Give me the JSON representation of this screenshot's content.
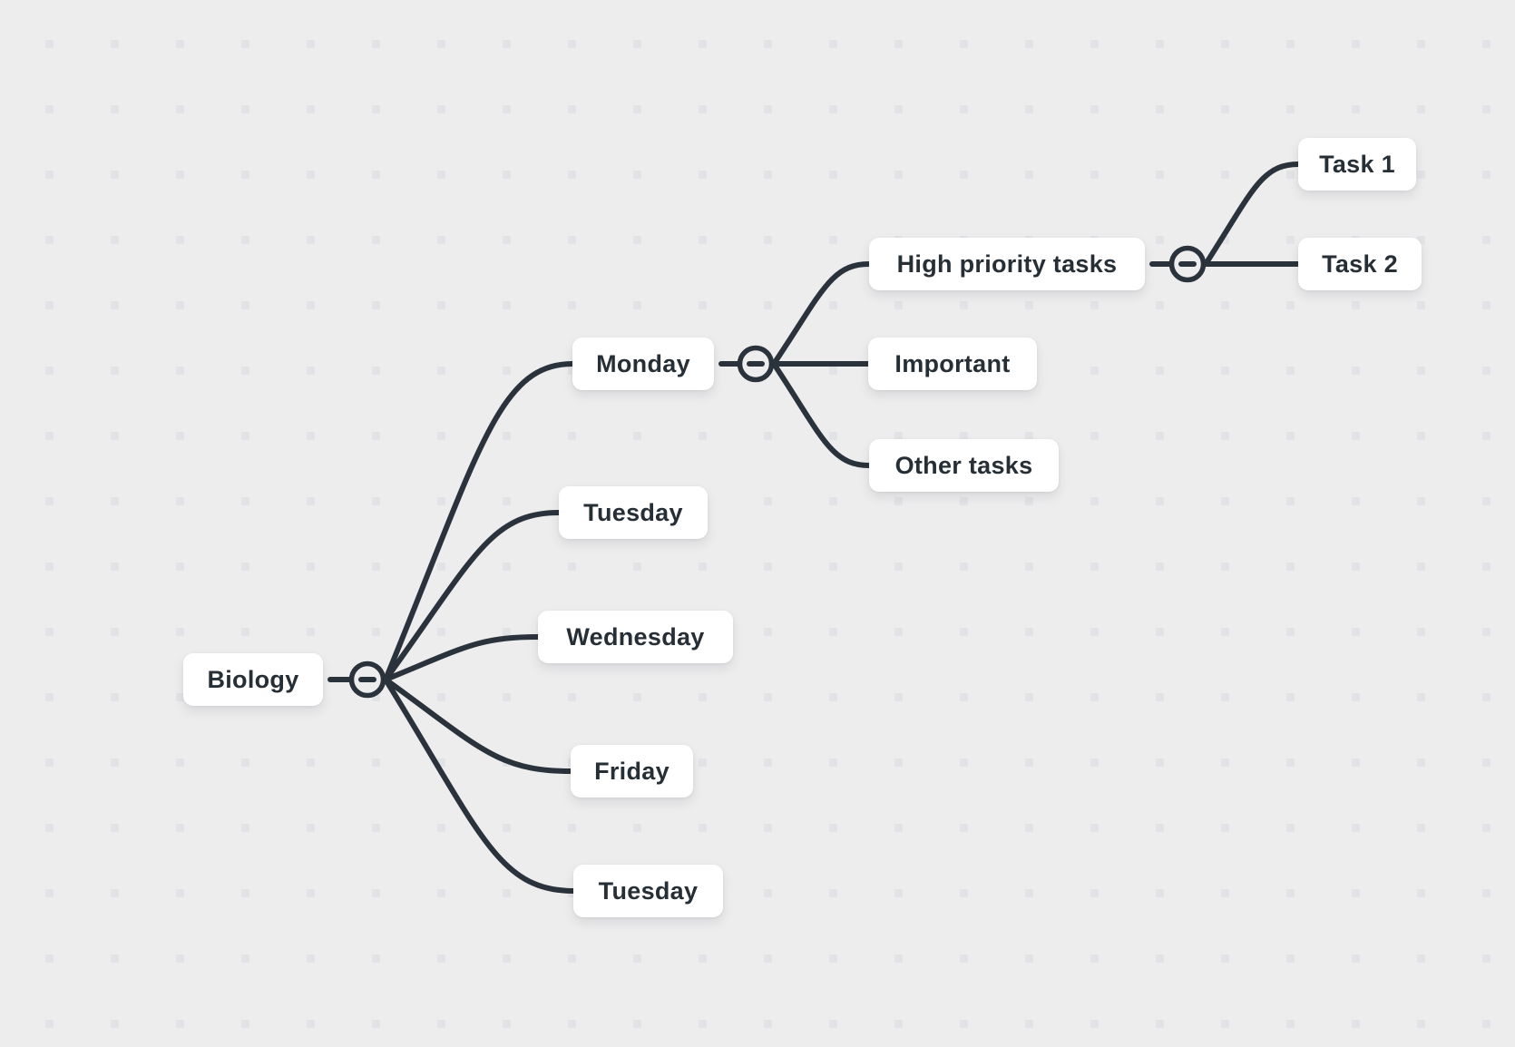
{
  "app": {
    "view": "mind-map-canvas"
  },
  "colors": {
    "background": "#ededee",
    "grid_dot": "#e2e3e6",
    "connector_line": "#2a323b",
    "node_background": "#ffffff",
    "node_text": "#262e36"
  },
  "nodes": {
    "biology": {
      "label": "Biology",
      "collapsed": false,
      "collapse_symbol": "−"
    },
    "monday": {
      "label": "Monday",
      "collapsed": false,
      "collapse_symbol": "−"
    },
    "tuesday_1": {
      "label": "Tuesday"
    },
    "wednesday": {
      "label": "Wednesday"
    },
    "friday": {
      "label": "Friday"
    },
    "tuesday_2": {
      "label": "Tuesday"
    },
    "high_priority_tasks": {
      "label": "High priority tasks",
      "collapsed": false,
      "collapse_symbol": "−"
    },
    "important": {
      "label": "Important"
    },
    "other_tasks": {
      "label": "Other tasks"
    },
    "task_1": {
      "label": "Task 1"
    },
    "task_2": {
      "label": "Task 2"
    }
  },
  "edges": [
    {
      "from": "biology",
      "to": "monday"
    },
    {
      "from": "biology",
      "to": "tuesday_1"
    },
    {
      "from": "biology",
      "to": "wednesday"
    },
    {
      "from": "biology",
      "to": "friday"
    },
    {
      "from": "biology",
      "to": "tuesday_2"
    },
    {
      "from": "monday",
      "to": "high_priority_tasks"
    },
    {
      "from": "monday",
      "to": "important"
    },
    {
      "from": "monday",
      "to": "other_tasks"
    },
    {
      "from": "high_priority_tasks",
      "to": "task_1"
    },
    {
      "from": "high_priority_tasks",
      "to": "task_2"
    }
  ]
}
